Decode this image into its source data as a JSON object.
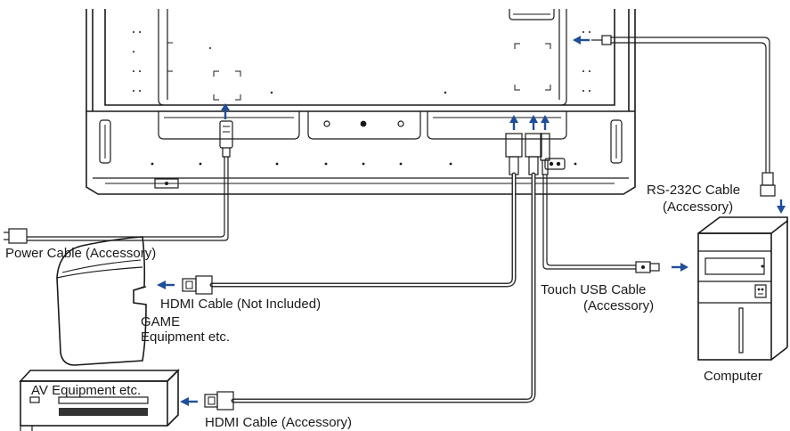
{
  "labels": {
    "power_cable": "Power Cable (Accessory)",
    "rs232c_line1": "RS-232C Cable",
    "rs232c_line2": "(Accessory)",
    "hdmi_not_included": "HDMI Cable (Not Included)",
    "game_line1": "GAME",
    "game_line2": "Equipment etc.",
    "touch_usb_line1": "Touch USB Cable",
    "touch_usb_line2": "(Accessory)",
    "computer": "Computer",
    "av_equipment": "AV Equipment etc.",
    "hdmi_accessory": "HDMI Cable (Accessory)"
  },
  "colors": {
    "arrow": "#1f4e9a",
    "line": "#1a1a1a"
  }
}
